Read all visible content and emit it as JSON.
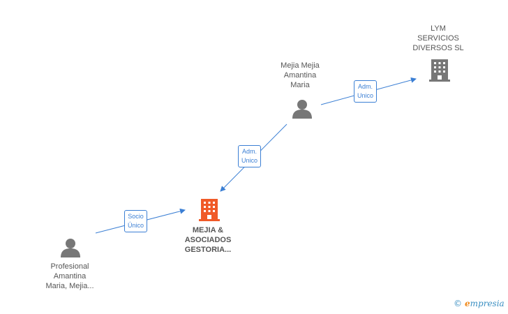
{
  "nodes": {
    "lym": {
      "lines": [
        "LYM",
        "SERVICIOS",
        "DIVERSOS SL"
      ],
      "type": "company"
    },
    "mejia_person": {
      "lines": [
        "Mejia Mejia",
        "Amantina",
        "Maria"
      ],
      "type": "person"
    },
    "main_company": {
      "lines": [
        "MEJIA &",
        "ASOCIADOS",
        "GESTORIA..."
      ],
      "type": "company-main"
    },
    "profesional": {
      "lines": [
        "Profesional",
        "Amantina",
        "Maria,  Mejia..."
      ],
      "type": "person"
    }
  },
  "edges": {
    "adm_lym": {
      "lines": [
        "Adm.",
        "Unico"
      ]
    },
    "adm_main": {
      "lines": [
        "Adm.",
        "Unico"
      ]
    },
    "socio_main": {
      "lines": [
        "Socio",
        "Único"
      ]
    }
  },
  "colors": {
    "edge": "#3b7fd4",
    "person_icon": "#777777",
    "company_icon": "#777777",
    "main_company_icon": "#f05a28"
  },
  "footer": {
    "copyright": "©",
    "brand_e": "e",
    "brand_rest": "mpresia"
  }
}
